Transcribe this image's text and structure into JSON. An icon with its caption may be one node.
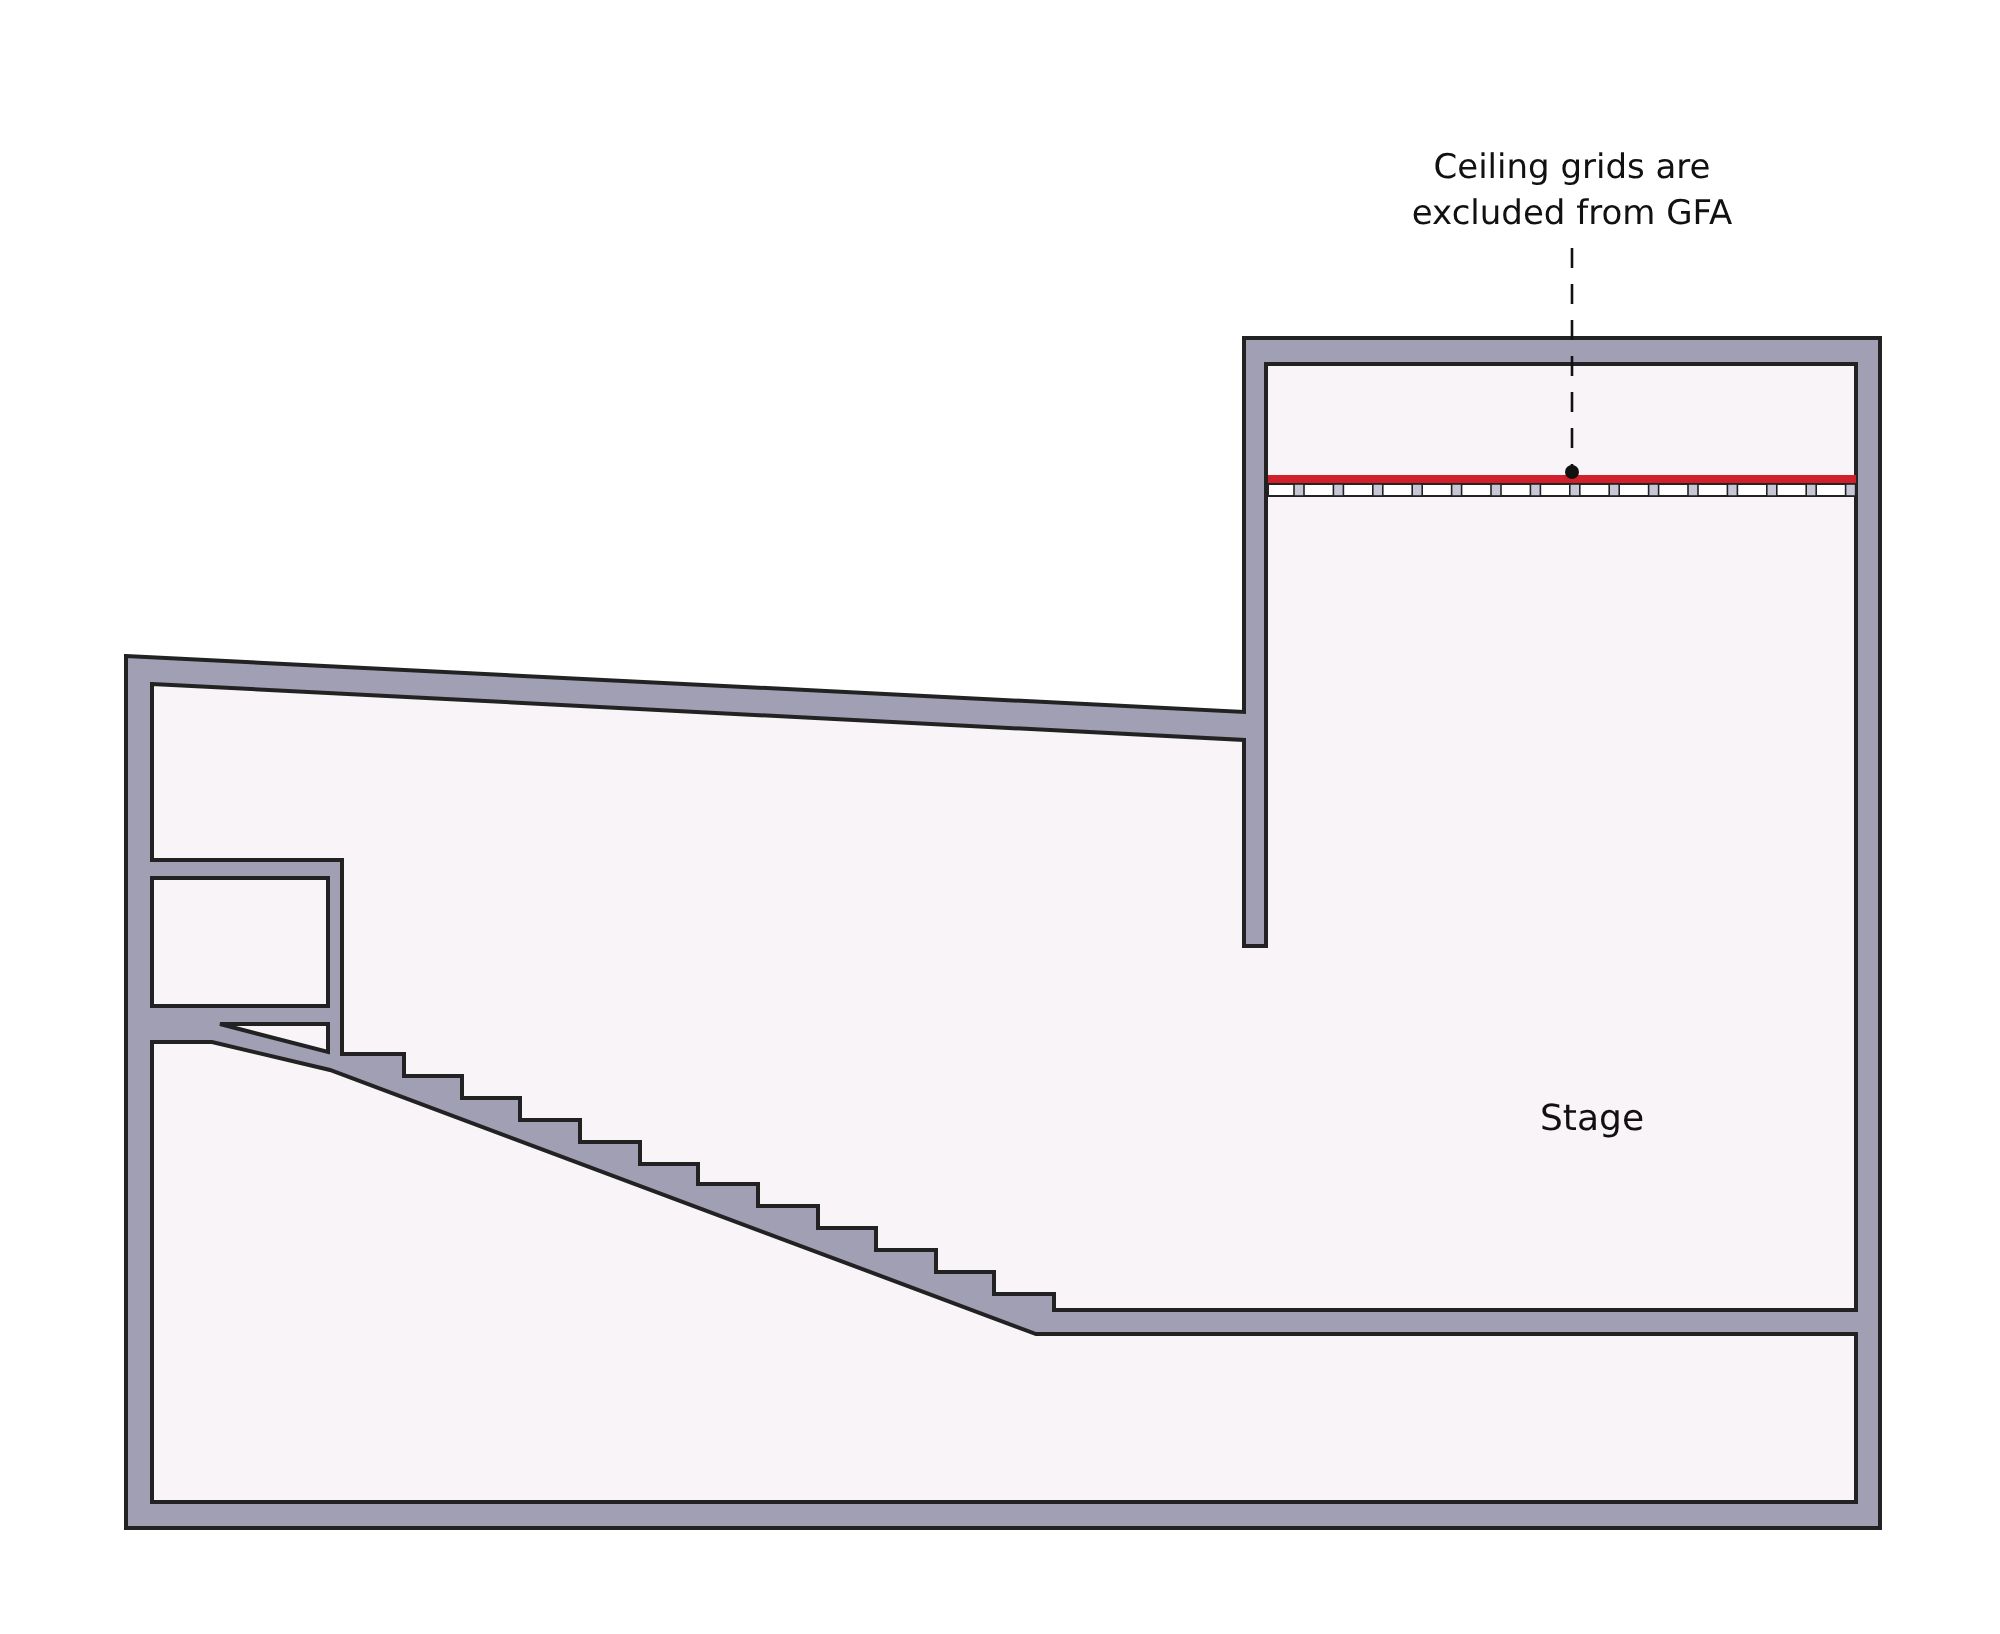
{
  "diagram": {
    "nodes": [
      {
        "text": [
          "Ceiling grids are excluded from GFA"
        ]
      },
      {
        "text": [],
        "shape": "bar"
      }
    ],
    "edges": [
      {
        "from": 0,
        "to": 1,
        "arrow": "other",
        "style": "dashed"
      }
    ],
    "labels": [
      "Stage"
    ]
  }
}
